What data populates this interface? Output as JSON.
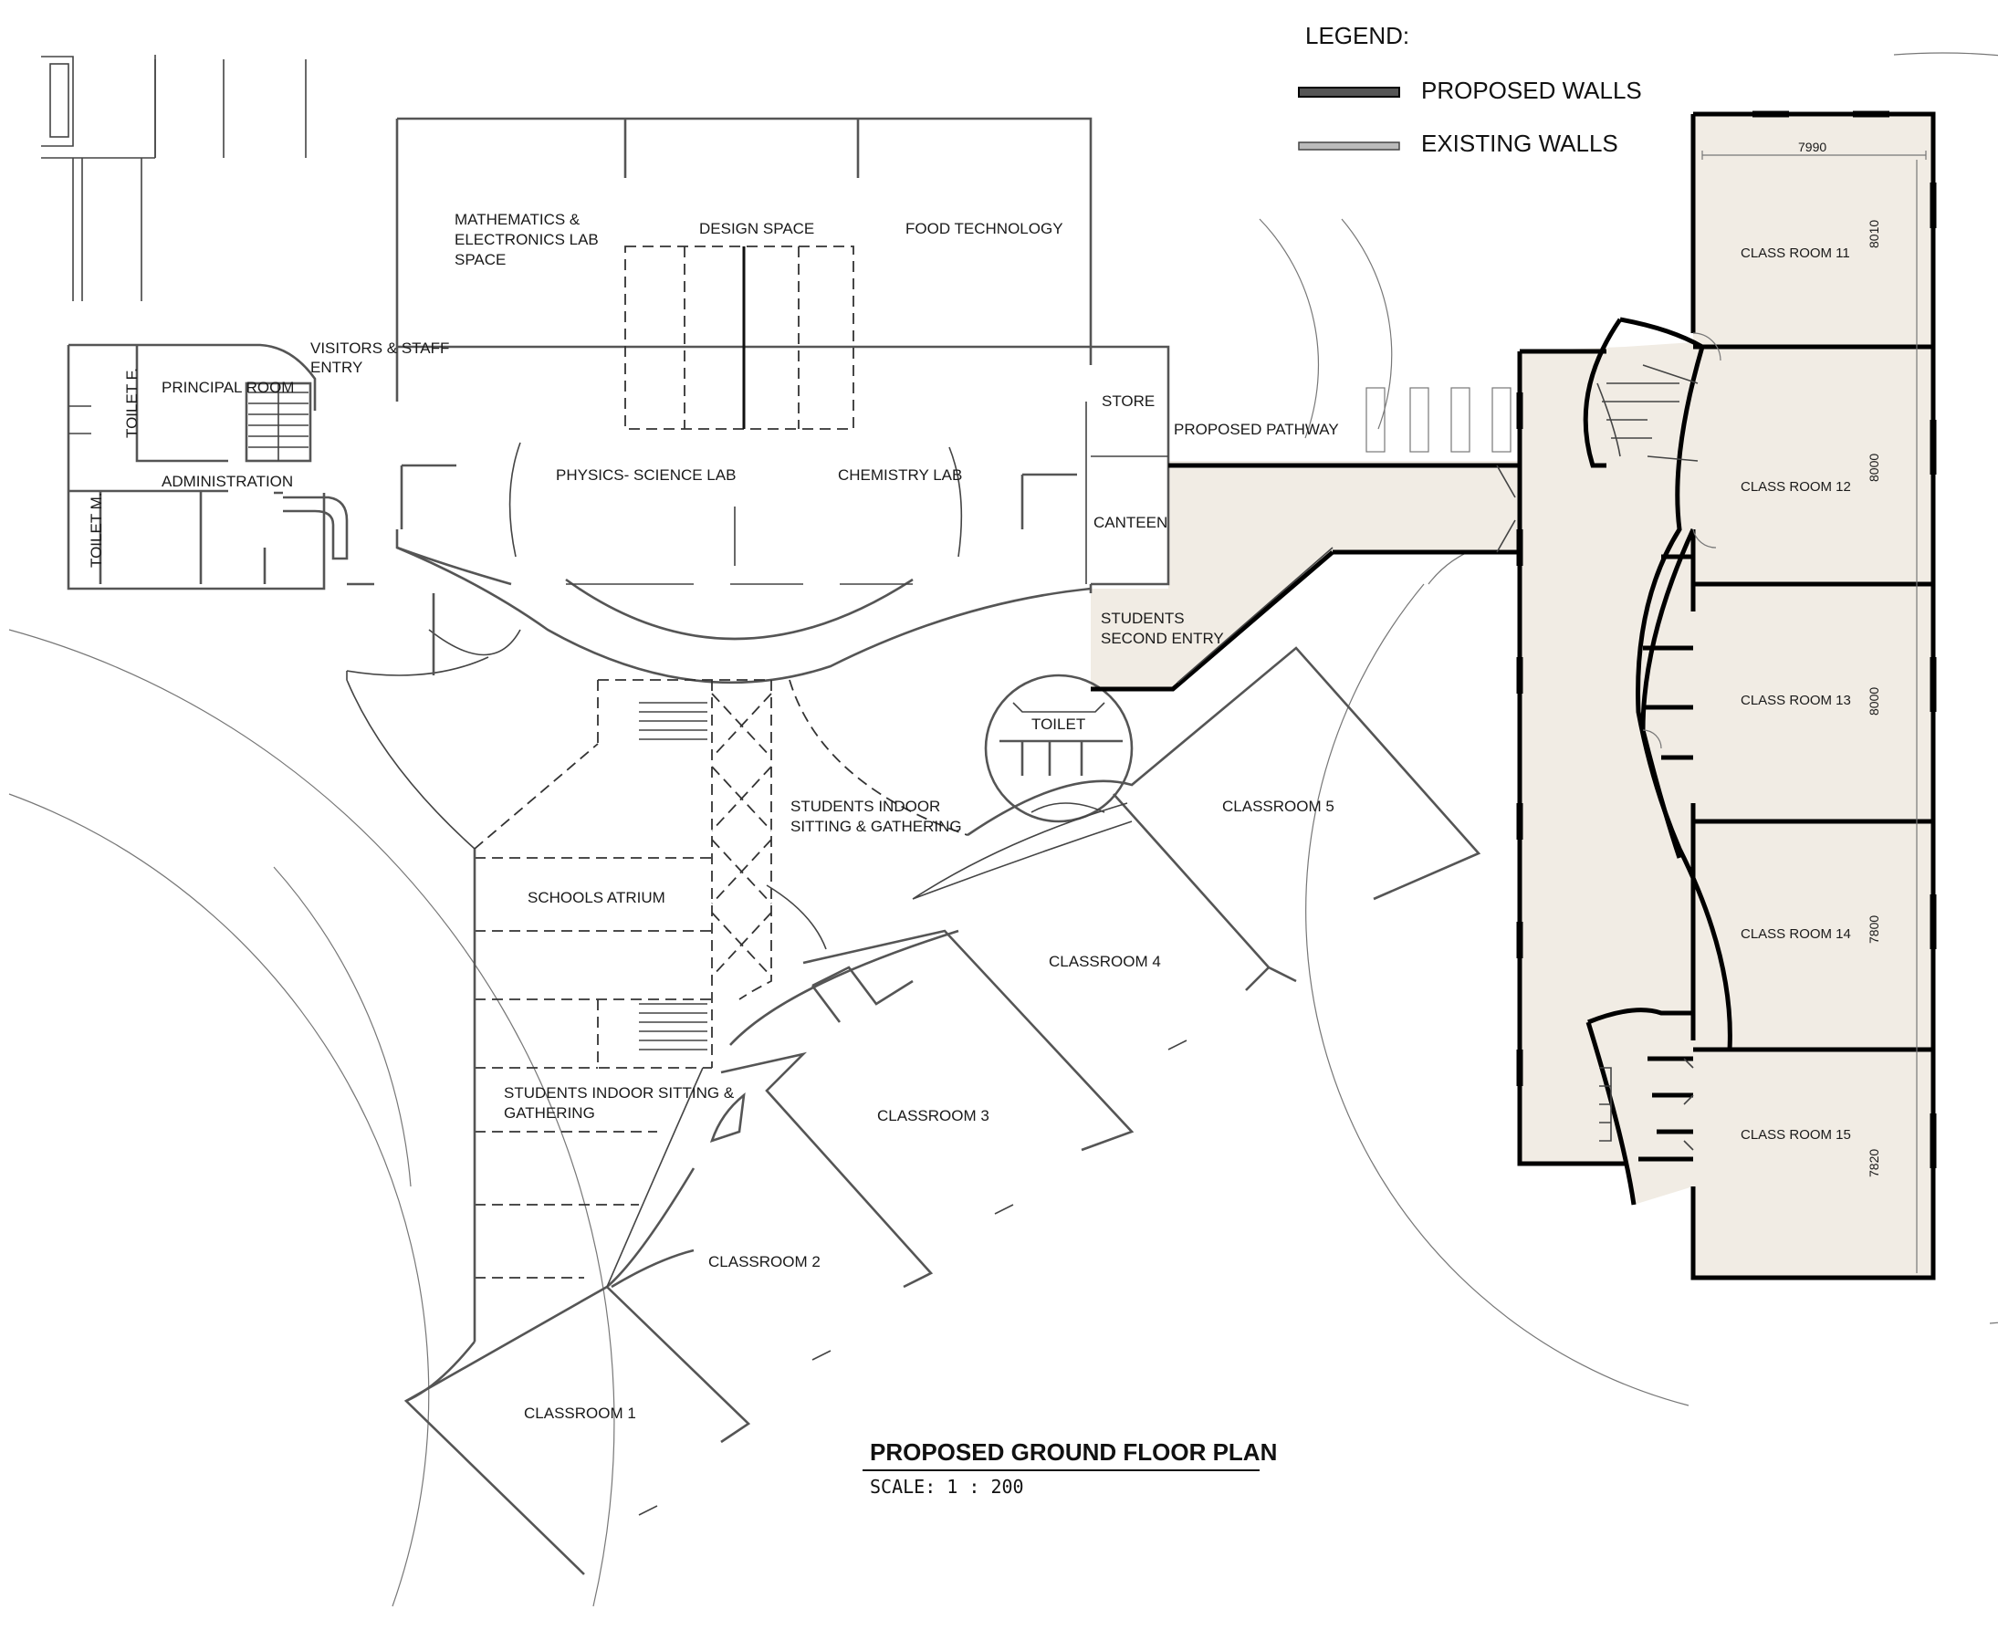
{
  "legend": {
    "title": "LEGEND:",
    "items": [
      {
        "label": "PROPOSED WALLS"
      },
      {
        "label": "EXISTING WALLS"
      }
    ]
  },
  "drawing": {
    "title": "PROPOSED GROUND FLOOR PLAN",
    "scale": "SCALE:  1 : 200"
  },
  "rooms": {
    "math_lab_1": "MATHEMATICS &",
    "math_lab_2": "ELECTRONICS LAB",
    "math_lab_3": "SPACE",
    "design_space": "DESIGN SPACE",
    "food_tech": "FOOD TECHNOLOGY",
    "visitors_1": "VISITORS & STAFF",
    "visitors_2": "ENTRY",
    "principal": "PRINCIPAL ROOM",
    "toilet_f": "TOILET F.",
    "administration": "ADMINISTRATION",
    "toilet_m": "TOILET M.",
    "store": "STORE",
    "physics": "PHYSICS- SCIENCE LAB",
    "chemistry": "CHEMISTRY LAB",
    "canteen": "CANTEEN",
    "pathway": "PROPOSED PATHWAY",
    "second_entry_1": "STUDENTS",
    "second_entry_2": "SECOND ENTRY",
    "toilet": "TOILET",
    "sitting_1_a": "STUDENTS INDOOR",
    "sitting_1_b": "SITTING & GATHERING",
    "atrium": "SCHOOLS ATRIUM",
    "sitting_2_a": "STUDENTS INDOOR SITTING &",
    "sitting_2_b": "GATHERING",
    "classroom_1": "CLASSROOM 1",
    "classroom_2": "CLASSROOM 2",
    "classroom_3": "CLASSROOM 3",
    "classroom_4": "CLASSROOM 4",
    "classroom_5": "CLASSROOM 5",
    "class_11": "CLASS ROOM 11",
    "class_12": "CLASS ROOM 12",
    "class_13": "CLASS ROOM 13",
    "class_14": "CLASS ROOM 14",
    "class_15": "CLASS ROOM 15"
  },
  "dimensions": {
    "width_top": "7990",
    "room_11": "8010",
    "room_12": "8000",
    "room_13": "8000",
    "room_14": "7800",
    "room_15": "7820"
  },
  "colors": {
    "proposed_fill": "#f1ece4",
    "proposed_wall": "#000000",
    "existing_wall": "#555555"
  }
}
